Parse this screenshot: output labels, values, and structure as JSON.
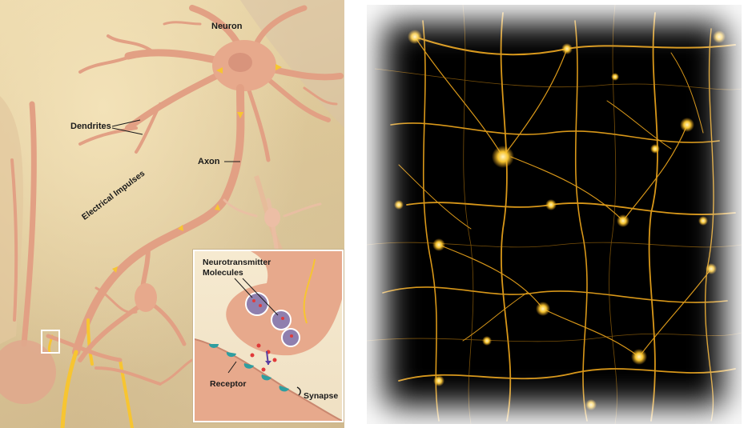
{
  "left_illustration": {
    "labels": {
      "neuron": "Neuron",
      "dendrites": "Dendrites",
      "axon": "Axon",
      "electrical_impulses": "Electrical Impulses"
    },
    "inset": {
      "neurotransmitter": "Neurotransmitter Molecules",
      "receptor": "Receptor",
      "synapse": "Synapse"
    }
  },
  "colors": {
    "background_tan": "#e4d0a2",
    "neuron_body": "#e7a98c",
    "impulse_yellow": "#f7c531",
    "vesicle_purple": "#8f7fae",
    "micrograph_fiber": "#f0a81c",
    "micrograph_background": "#000000"
  }
}
